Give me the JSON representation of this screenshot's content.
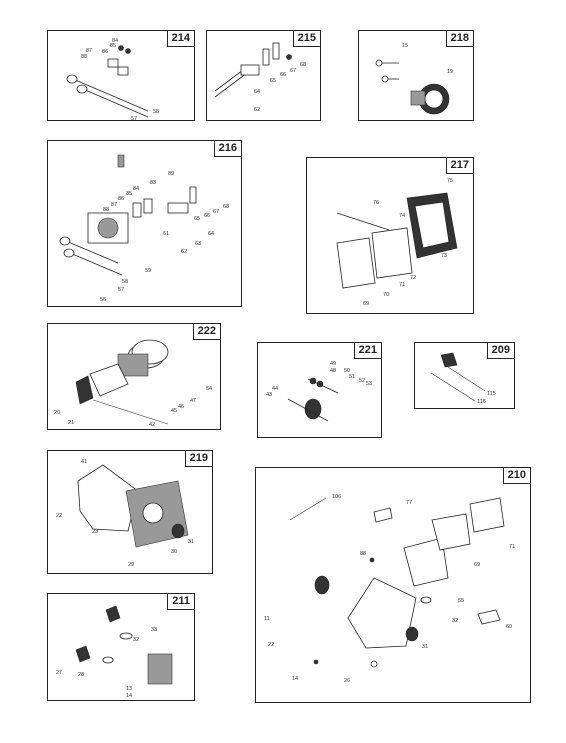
{
  "panels": [
    {
      "id": "214",
      "labels": [
        "84",
        "85",
        "86",
        "87",
        "88",
        "58",
        "57"
      ]
    },
    {
      "id": "215",
      "labels": [
        "68",
        "67",
        "66",
        "65",
        "64",
        "62"
      ]
    },
    {
      "id": "218",
      "labels": [
        "15",
        "19"
      ]
    },
    {
      "id": "216",
      "labels": [
        "89",
        "83",
        "84",
        "85",
        "86",
        "87",
        "88",
        "65",
        "66",
        "67",
        "68",
        "61",
        "64",
        "63",
        "62",
        "59",
        "58",
        "57",
        "56"
      ]
    },
    {
      "id": "217",
      "labels": [
        "75",
        "76",
        "74",
        "73",
        "72",
        "71",
        "70",
        "69"
      ]
    },
    {
      "id": "222",
      "labels": [
        "54",
        "47",
        "46",
        "45",
        "42",
        "21",
        "20"
      ]
    },
    {
      "id": "221",
      "labels": [
        "49",
        "48",
        "50",
        "51",
        "52",
        "53",
        "44",
        "43"
      ]
    },
    {
      "id": "209",
      "labels": [
        "115",
        "116"
      ]
    },
    {
      "id": "219",
      "labels": [
        "41",
        "22",
        "23",
        "30",
        "31",
        "29"
      ]
    },
    {
      "id": "210",
      "labels": [
        "106",
        "77",
        "71",
        "69",
        "88",
        "55",
        "11",
        "32",
        "60",
        "22",
        "31",
        "14",
        "26"
      ]
    },
    {
      "id": "211",
      "labels": [
        "33",
        "32",
        "27",
        "28",
        "13",
        "14"
      ]
    }
  ]
}
